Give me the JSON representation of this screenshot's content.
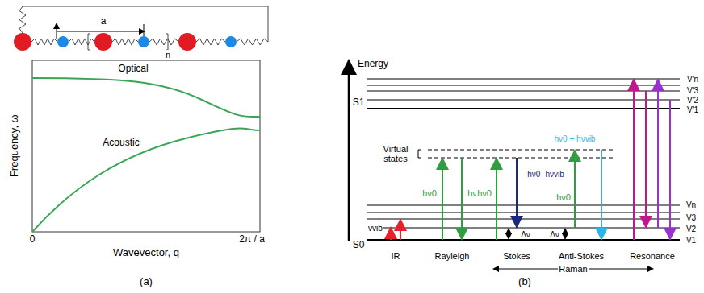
{
  "diagram": {
    "labels": [
      "a",
      "n",
      "Optical",
      "Acoustic",
      "Frequency, ω",
      "0",
      "2π / a",
      "Wavevector, q",
      "(a)",
      "Energy",
      "S1",
      "S0",
      "Virtual states",
      "V'n",
      "V'3",
      "V'2",
      "V'1",
      "Vn",
      "V3",
      "V2",
      "V1",
      "νvib",
      "IR",
      "hν0",
      "hν0",
      "Rayleigh",
      "hν0",
      "hν0 -hνvib",
      "Stokes",
      "hν0",
      "hν0 + hνvib",
      "Δν",
      "Δν",
      "Anti-Stokes",
      "Raman",
      "Resonance",
      "(b)"
    ]
  }
}
